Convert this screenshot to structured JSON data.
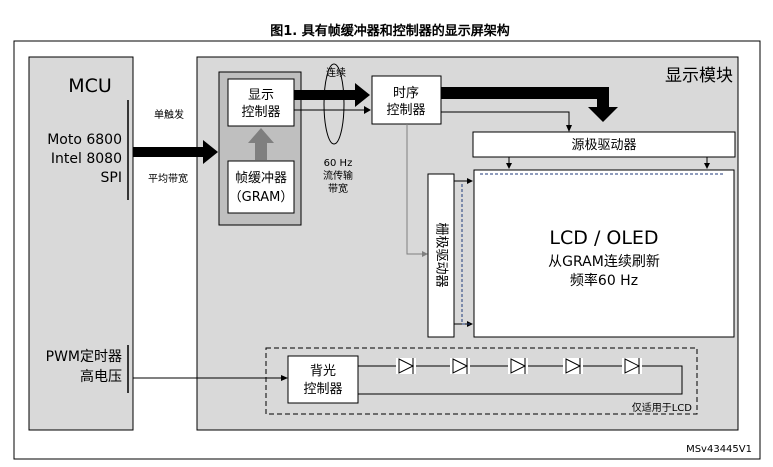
{
  "title": "图1. 具有帧缓冲器和控制器的显示屏架构",
  "mcu": {
    "label": "MCU",
    "interfaces": [
      "Moto 6800",
      "Intel 8080",
      "SPI"
    ],
    "pwm_lines": [
      "PWM定时器",
      "高电压"
    ]
  },
  "display_module": {
    "label": "显示模块",
    "display_controller": [
      "显示",
      "控制器"
    ],
    "frame_buffer": [
      "帧缓冲器",
      "（GRAM）"
    ],
    "timing_controller": [
      "时序",
      "控制器"
    ],
    "source_driver": "源极驱动器",
    "gate_driver": "栅极驱动器",
    "panel": {
      "title": "LCD / OLED",
      "lines": [
        "从GRAM连续刷新",
        "频率60 Hz"
      ]
    },
    "backlight_controller": [
      "背光",
      "控制器"
    ],
    "lcd_only_note": "仅适用于LCD"
  },
  "annotations": {
    "single_trigger": "单触发",
    "average_bandwidth": "平均带宽",
    "continuous": "连续",
    "stream_bandwidth": [
      "60 Hz",
      "流传输",
      "带宽"
    ]
  },
  "figure_id": "MSv43445V1",
  "colors": {
    "module_fill": "#d9d9d9",
    "controller_group_fill": "#bfbfbf",
    "box_fill": "#ffffff",
    "dark_arrow": "#000000",
    "gray_arrow": "#7f7f7f",
    "dashed_line": "#1f3a7a"
  }
}
